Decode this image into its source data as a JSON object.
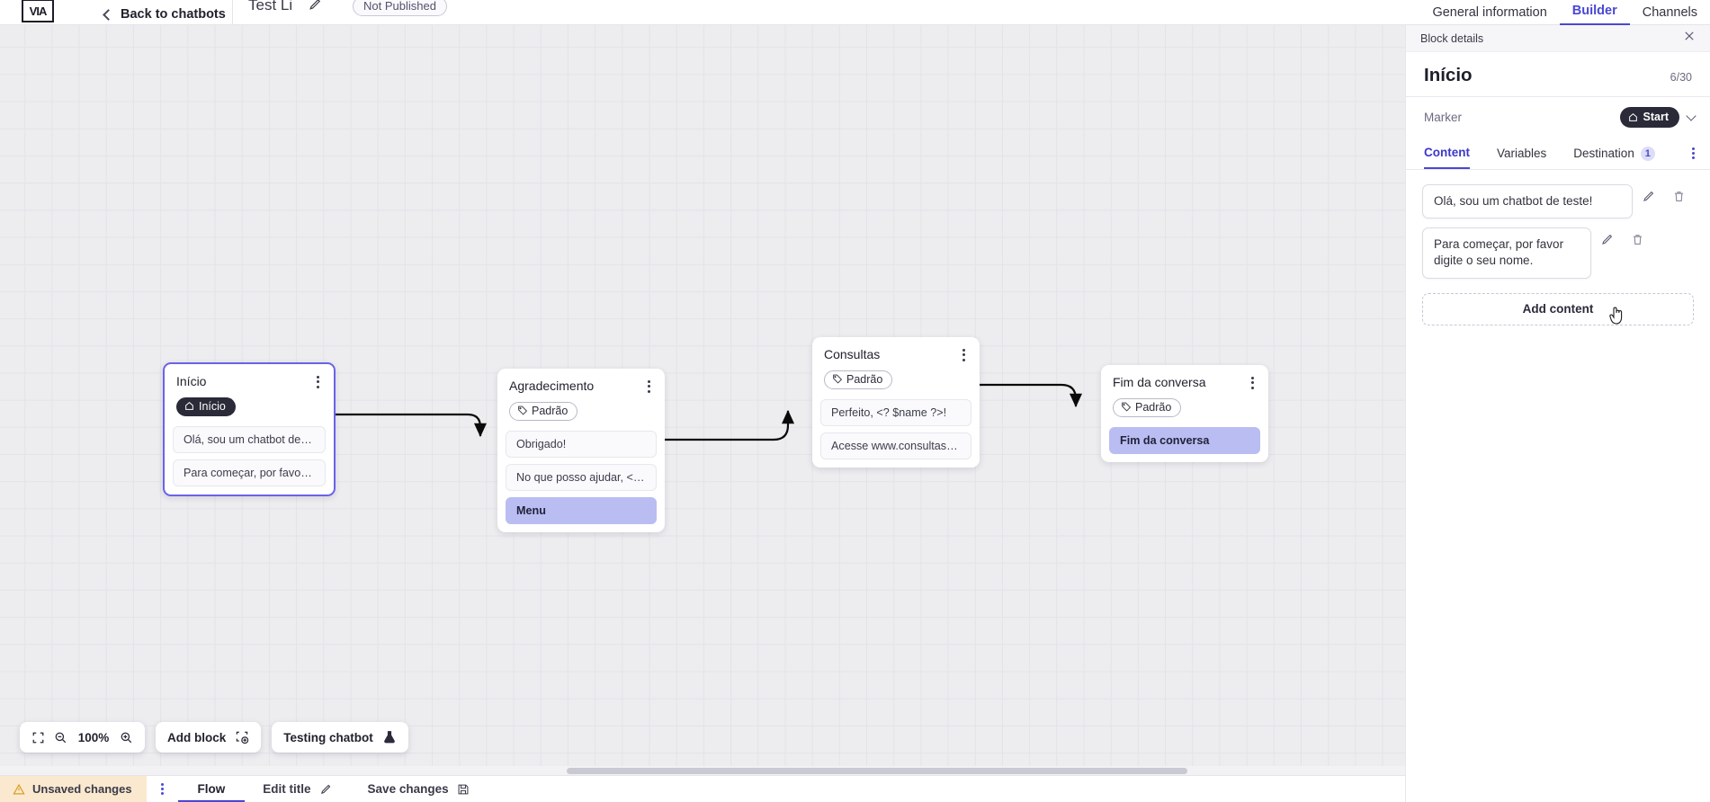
{
  "topbar": {
    "logo_icon": "app-logo-icon",
    "back_label": "Back to chatbots",
    "back_icon": "chevron-left-icon",
    "doc_title": "Test Li",
    "title_edit_icon": "pencil-icon",
    "publish_status": "Not Published",
    "tabs": [
      {
        "label": "General information",
        "active": false
      },
      {
        "label": "Builder",
        "active": true
      },
      {
        "label": "Channels",
        "active": false
      }
    ]
  },
  "canvas": {
    "zoom_level": "100%",
    "fit_icon": "fit-screen-icon",
    "zoom_out_icon": "zoom-out-icon",
    "zoom_in_icon": "zoom-in-icon",
    "add_block_label": "Add block",
    "add_block_icon": "add-block-icon",
    "testing_label": "Testing chatbot",
    "testing_icon": "flask-icon",
    "nodes": [
      {
        "id": "inicio",
        "title": "Início",
        "tag": "Início",
        "tag_icon": "home-icon",
        "tag_style": "dark",
        "selected": true,
        "rows": [
          {
            "text": "Olá, sou um chatbot de teste!",
            "accent": false
          },
          {
            "text": "Para começar, por favor digite o ...",
            "accent": false
          }
        ]
      },
      {
        "id": "agradecimento",
        "title": "Agradecimento",
        "tag": "Padrão",
        "tag_icon": "tag-icon",
        "tag_style": "light",
        "selected": false,
        "rows": [
          {
            "text": "Obrigado!",
            "accent": false
          },
          {
            "text": "No que posso ajudar, <? $name ...",
            "accent": false
          },
          {
            "text": "Menu",
            "accent": true
          }
        ]
      },
      {
        "id": "consultas",
        "title": "Consultas",
        "tag": "Padrão",
        "tag_icon": "tag-icon",
        "tag_style": "light",
        "selected": false,
        "rows": [
          {
            "text": "Perfeito, <? $name ?>!",
            "accent": false
          },
          {
            "text": "Acesse www.consultas.com par...",
            "accent": false
          }
        ]
      },
      {
        "id": "fim",
        "title": "Fim da conversa",
        "tag": "Padrão",
        "tag_icon": "tag-icon",
        "tag_style": "light",
        "selected": false,
        "rows": [
          {
            "text": "Fim da conversa",
            "accent": true
          }
        ]
      }
    ]
  },
  "bottombar": {
    "unsaved_label": "Unsaved changes",
    "unsaved_icon": "warning-triangle-icon",
    "kebab_icon": "more-vertical-icon",
    "flow_tab": "Flow",
    "edit_title_label": "Edit title",
    "edit_title_icon": "pencil-icon",
    "save_label": "Save changes",
    "save_icon": "save-disk-icon"
  },
  "panel": {
    "header_title": "Block details",
    "close_icon": "close-icon",
    "block_title": "Início",
    "char_counter": "6/30",
    "marker_label": "Marker",
    "marker_value": "Start",
    "marker_icon": "home-icon",
    "marker_chevron": "chevron-down-icon",
    "tabs": [
      {
        "label": "Content",
        "active": true,
        "badge": null
      },
      {
        "label": "Variables",
        "active": false,
        "badge": null
      },
      {
        "label": "Destination",
        "active": false,
        "badge": "1"
      }
    ],
    "tab_overflow_icon": "more-vertical-icon",
    "content_items": [
      {
        "text": "Olá, sou um chatbot de teste!",
        "edit_icon": "pencil-icon",
        "delete_icon": "trash-icon"
      },
      {
        "text": "Para começar, por favor digite o seu nome.",
        "edit_icon": "pencil-icon",
        "delete_icon": "trash-icon"
      }
    ],
    "add_content_label": "Add content"
  },
  "colors": {
    "accent": "#4a47d5",
    "node_accent_row": "#b9bdf2",
    "warning_bg": "#fbe9cf",
    "dark_pill": "#2a2a38"
  }
}
